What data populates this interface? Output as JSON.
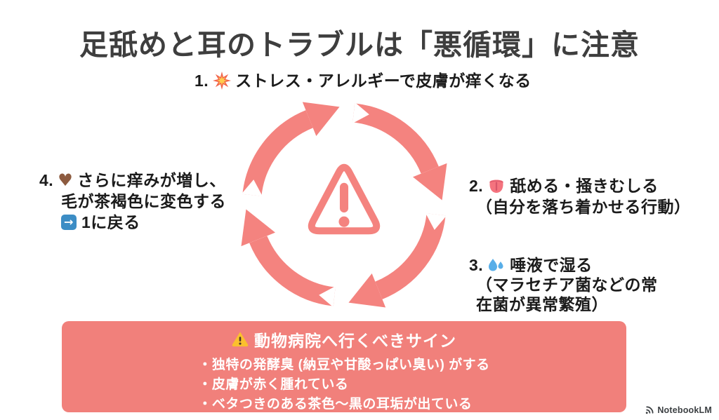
{
  "title": "足舐めと耳のトラブルは「悪循環」に注意",
  "cycle": {
    "center_icon": "warning-triangle-icon",
    "steps": [
      {
        "number": "1.",
        "icon": "collision-icon",
        "lines": [
          "ストレス・アレルギーで皮膚が痒くなる"
        ]
      },
      {
        "number": "2.",
        "icon": "tongue-icon",
        "lines": [
          "舐める・掻きむしる",
          "（自分を落ち着かせる行動）"
        ]
      },
      {
        "number": "3.",
        "icon": "sweat-droplets-icon",
        "lines": [
          "唾液で湿る",
          "（マラセチア菌などの常",
          "在菌が異常繁殖）"
        ]
      },
      {
        "number": "4.",
        "icon": "brown-heart-icon",
        "lines": [
          "さらに痒みが増し、",
          "毛が茶褐色に変色する"
        ],
        "return_icon": "blue-right-arrow-icon",
        "return_text": "1に戻る"
      }
    ]
  },
  "warning_box": {
    "icon": "warning-emoji-icon",
    "title": "動物病院へ行くべきサイン",
    "bullets": [
      "・独特の発酵臭 (納豆や甘酸っぱい臭い) がする",
      "・皮膚が赤く腫れている",
      "・ベタつきのある茶色〜黒の耳垢が出ている"
    ]
  },
  "watermark": {
    "icon": "notebooklm-logo-icon",
    "label": "NotebookLM"
  },
  "colors": {
    "accent_salmon": "#f4837f",
    "box_background": "#f1807b",
    "title_text": "#3e3e3e",
    "body_text": "#1b1b1b",
    "box_text": "#ffffff"
  },
  "symbols": {
    "heart": "♥",
    "right_arrow": "→"
  }
}
